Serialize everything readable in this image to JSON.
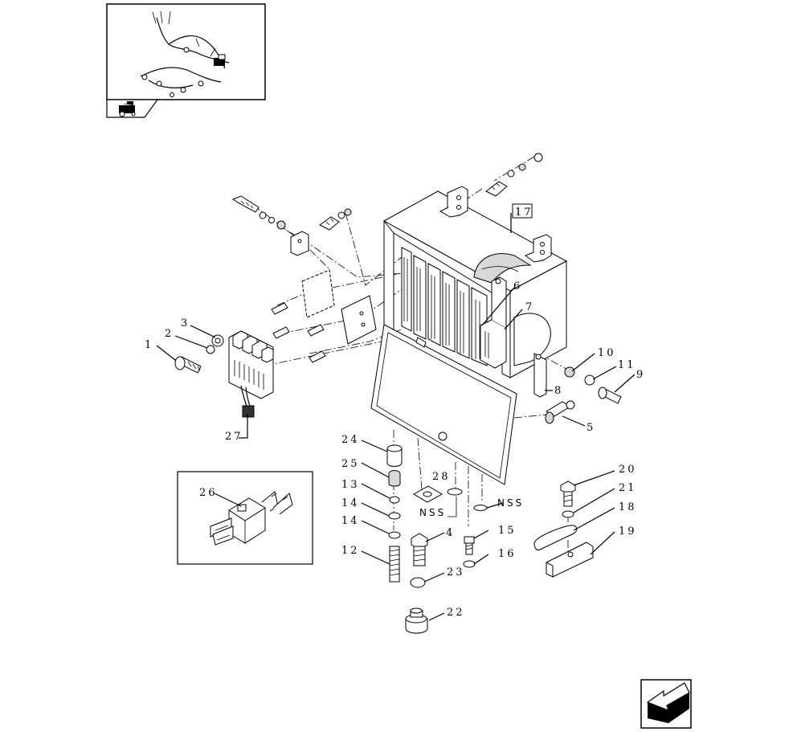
{
  "callouts": [
    {
      "id": "p1",
      "text": "1"
    },
    {
      "id": "p2",
      "text": "2"
    },
    {
      "id": "p3",
      "text": "3"
    },
    {
      "id": "p4",
      "text": "4"
    },
    {
      "id": "p5",
      "text": "5"
    },
    {
      "id": "p6",
      "text": "6"
    },
    {
      "id": "p7",
      "text": "7"
    },
    {
      "id": "p8",
      "text": "8"
    },
    {
      "id": "p9",
      "text": "9"
    },
    {
      "id": "p10",
      "text": "10"
    },
    {
      "id": "p11",
      "text": "11"
    },
    {
      "id": "p12",
      "text": "12"
    },
    {
      "id": "p13",
      "text": "13"
    },
    {
      "id": "p14a",
      "text": "14"
    },
    {
      "id": "p14b",
      "text": "14"
    },
    {
      "id": "p15",
      "text": "15"
    },
    {
      "id": "p16",
      "text": "16"
    },
    {
      "id": "p17",
      "text": "17"
    },
    {
      "id": "p18",
      "text": "18"
    },
    {
      "id": "p19",
      "text": "19"
    },
    {
      "id": "p20",
      "text": "20"
    },
    {
      "id": "p21",
      "text": "21"
    },
    {
      "id": "p22",
      "text": "22"
    },
    {
      "id": "p23",
      "text": "23"
    },
    {
      "id": "p24",
      "text": "24"
    },
    {
      "id": "p25",
      "text": "25"
    },
    {
      "id": "p26",
      "text": "26"
    },
    {
      "id": "p27",
      "text": "27"
    },
    {
      "id": "p28",
      "text": "28"
    }
  ],
  "nss_labels": [
    "NSS",
    "NSS"
  ],
  "icons": {
    "thumbnail": "wiring-harness-thumbnail",
    "tab": "tractor-section-icon",
    "nav": "next-page-arrow-icon"
  }
}
